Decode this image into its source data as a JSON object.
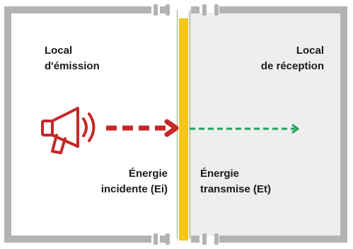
{
  "diagram": {
    "emission_room": {
      "line1": "Local",
      "line2": "d'émission"
    },
    "reception_room": {
      "line1": "Local",
      "line2": "de réception"
    },
    "incident_energy": {
      "line1": "Énergie",
      "line2": "incidente (Ei)"
    },
    "transmitted_energy": {
      "line1": "Énergie",
      "line2": "transmise (Et)"
    }
  },
  "colors": {
    "wall_frame": "#b3b3b3",
    "reception_fill": "#eeeeee",
    "partition": "#f5c518",
    "incident_arrow": "#c62828",
    "transmitted_arrow": "#1fa35c",
    "text": "#1a1a1a"
  },
  "icons": {
    "source": "megaphone-icon"
  }
}
